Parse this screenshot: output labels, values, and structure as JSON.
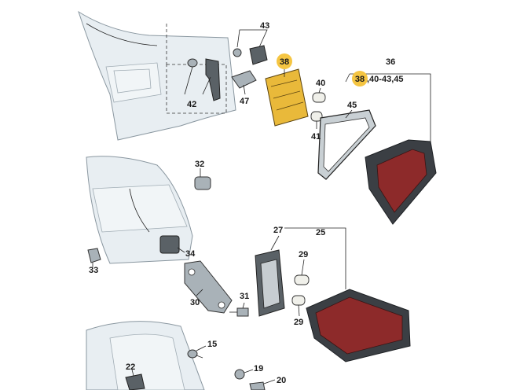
{
  "diagram": {
    "highlight_color": "#f5c542",
    "callouts": {
      "c43": "43",
      "c38": "38",
      "c36": "36",
      "c38_range": "38",
      "c36_range_rest": ",40-43,45",
      "c40": "40",
      "c45": "45",
      "c41": "41",
      "c42": "42",
      "c47": "47",
      "c32": "32",
      "c34": "34",
      "c33": "33",
      "c27": "27",
      "c25": "25",
      "c29a": "29",
      "c29b": "29",
      "c31": "31",
      "c30": "30",
      "c15": "15",
      "c22": "22",
      "c19": "19",
      "c20": "20"
    }
  }
}
